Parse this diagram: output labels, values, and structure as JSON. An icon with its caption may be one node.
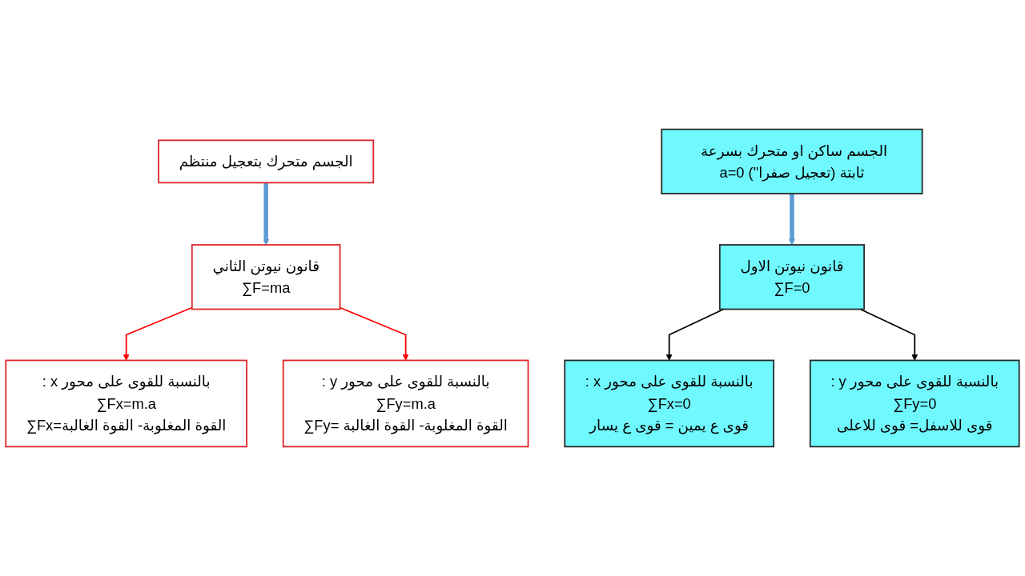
{
  "diagram": {
    "nodes": [
      {
        "text": [
          "الجسم متحرك بتعجيل منتظم"
        ]
      },
      {
        "text": [
          "الجسم ساكن او متحرك بسرعة ثابتة (تعجيل صفرا\") a=0"
        ]
      },
      {
        "text": [
          "قانون نيوتن الثاني",
          "∑F=ma"
        ]
      },
      {
        "text": [
          "قانون نيوتن الاول",
          "∑F=0"
        ]
      },
      {
        "text": [
          "بالنسبة للقوى على محور x :",
          "∑Fx=m.a",
          "∑Fx=القوة المغلوبة- القوة الغالبة"
        ]
      },
      {
        "text": [
          "بالنسبة للقوى على محور y :",
          "∑Fy=m.a",
          "∑Fy= القوة المغلوبة- القوة الغالبة"
        ]
      },
      {
        "text": [
          "بالنسبة للقوى على محور x :",
          "∑Fx=0",
          "قوى ع يمين = قوى ع يسار"
        ]
      },
      {
        "text": [
          "بالنسبة للقوى على محور y :",
          "∑Fy=0",
          "قوى للاسفل= قوى للاعلى"
        ]
      }
    ],
    "edges": [
      {
        "from": 0,
        "to": 2,
        "arrow": "to",
        "style": "thick",
        "color": "#5b9bd5"
      },
      {
        "from": 1,
        "to": 3,
        "arrow": "to",
        "style": "thick",
        "color": "#5b9bd5"
      },
      {
        "from": 2,
        "to": 4,
        "arrow": "to",
        "color": "#ff0000"
      },
      {
        "from": 2,
        "to": 5,
        "arrow": "to",
        "color": "#ff0000"
      },
      {
        "from": 3,
        "to": 6,
        "arrow": "to",
        "color": "#000000"
      },
      {
        "from": 3,
        "to": 7,
        "arrow": "to",
        "color": "#000000"
      }
    ]
  }
}
